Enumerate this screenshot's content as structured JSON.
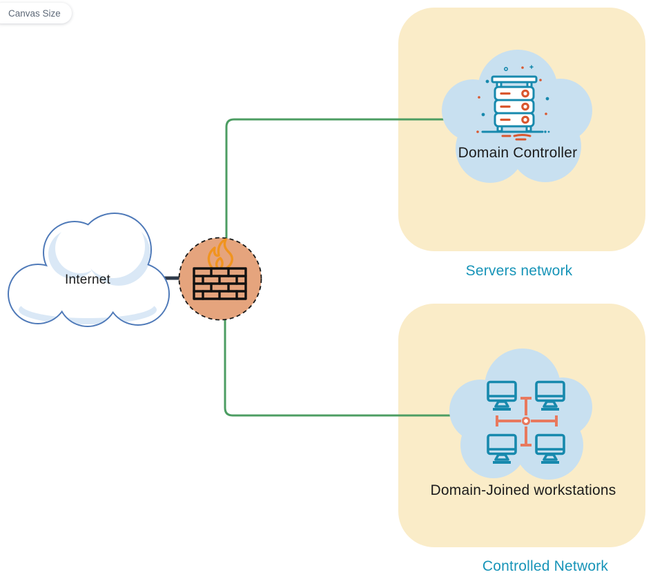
{
  "canvas_pill": {
    "label": "Canvas Size"
  },
  "nodes": {
    "internet": {
      "label": "Internet",
      "icon": "cloud-icon"
    },
    "firewall": {
      "icon": "firewall-brick-flame-icon"
    },
    "domain_controller": {
      "label": "Domain Controller",
      "icon": "server-rack-icon"
    },
    "workstations": {
      "label": "Domain-Joined workstations",
      "icon": "workstation-network-icon"
    }
  },
  "groups": {
    "servers_network": {
      "caption": "Servers network"
    },
    "controlled_network": {
      "caption": "Controlled Network"
    }
  },
  "colors": {
    "group_fill": "#faecc8",
    "network_cloud_fill": "#c8e0f0",
    "internet_cloud_stroke": "#4e79b8",
    "internet_cloud_shade": "#dae8f6",
    "connector_green": "#4c9d62",
    "link_dark": "#2e3a4a",
    "firewall_fill": "#e5a47d",
    "flame_orange": "#f0941f",
    "icon_teal": "#1789ad",
    "icon_orange": "#d9572f",
    "icon_salmon": "#e8795e",
    "caption_teal": "#1794b8"
  }
}
